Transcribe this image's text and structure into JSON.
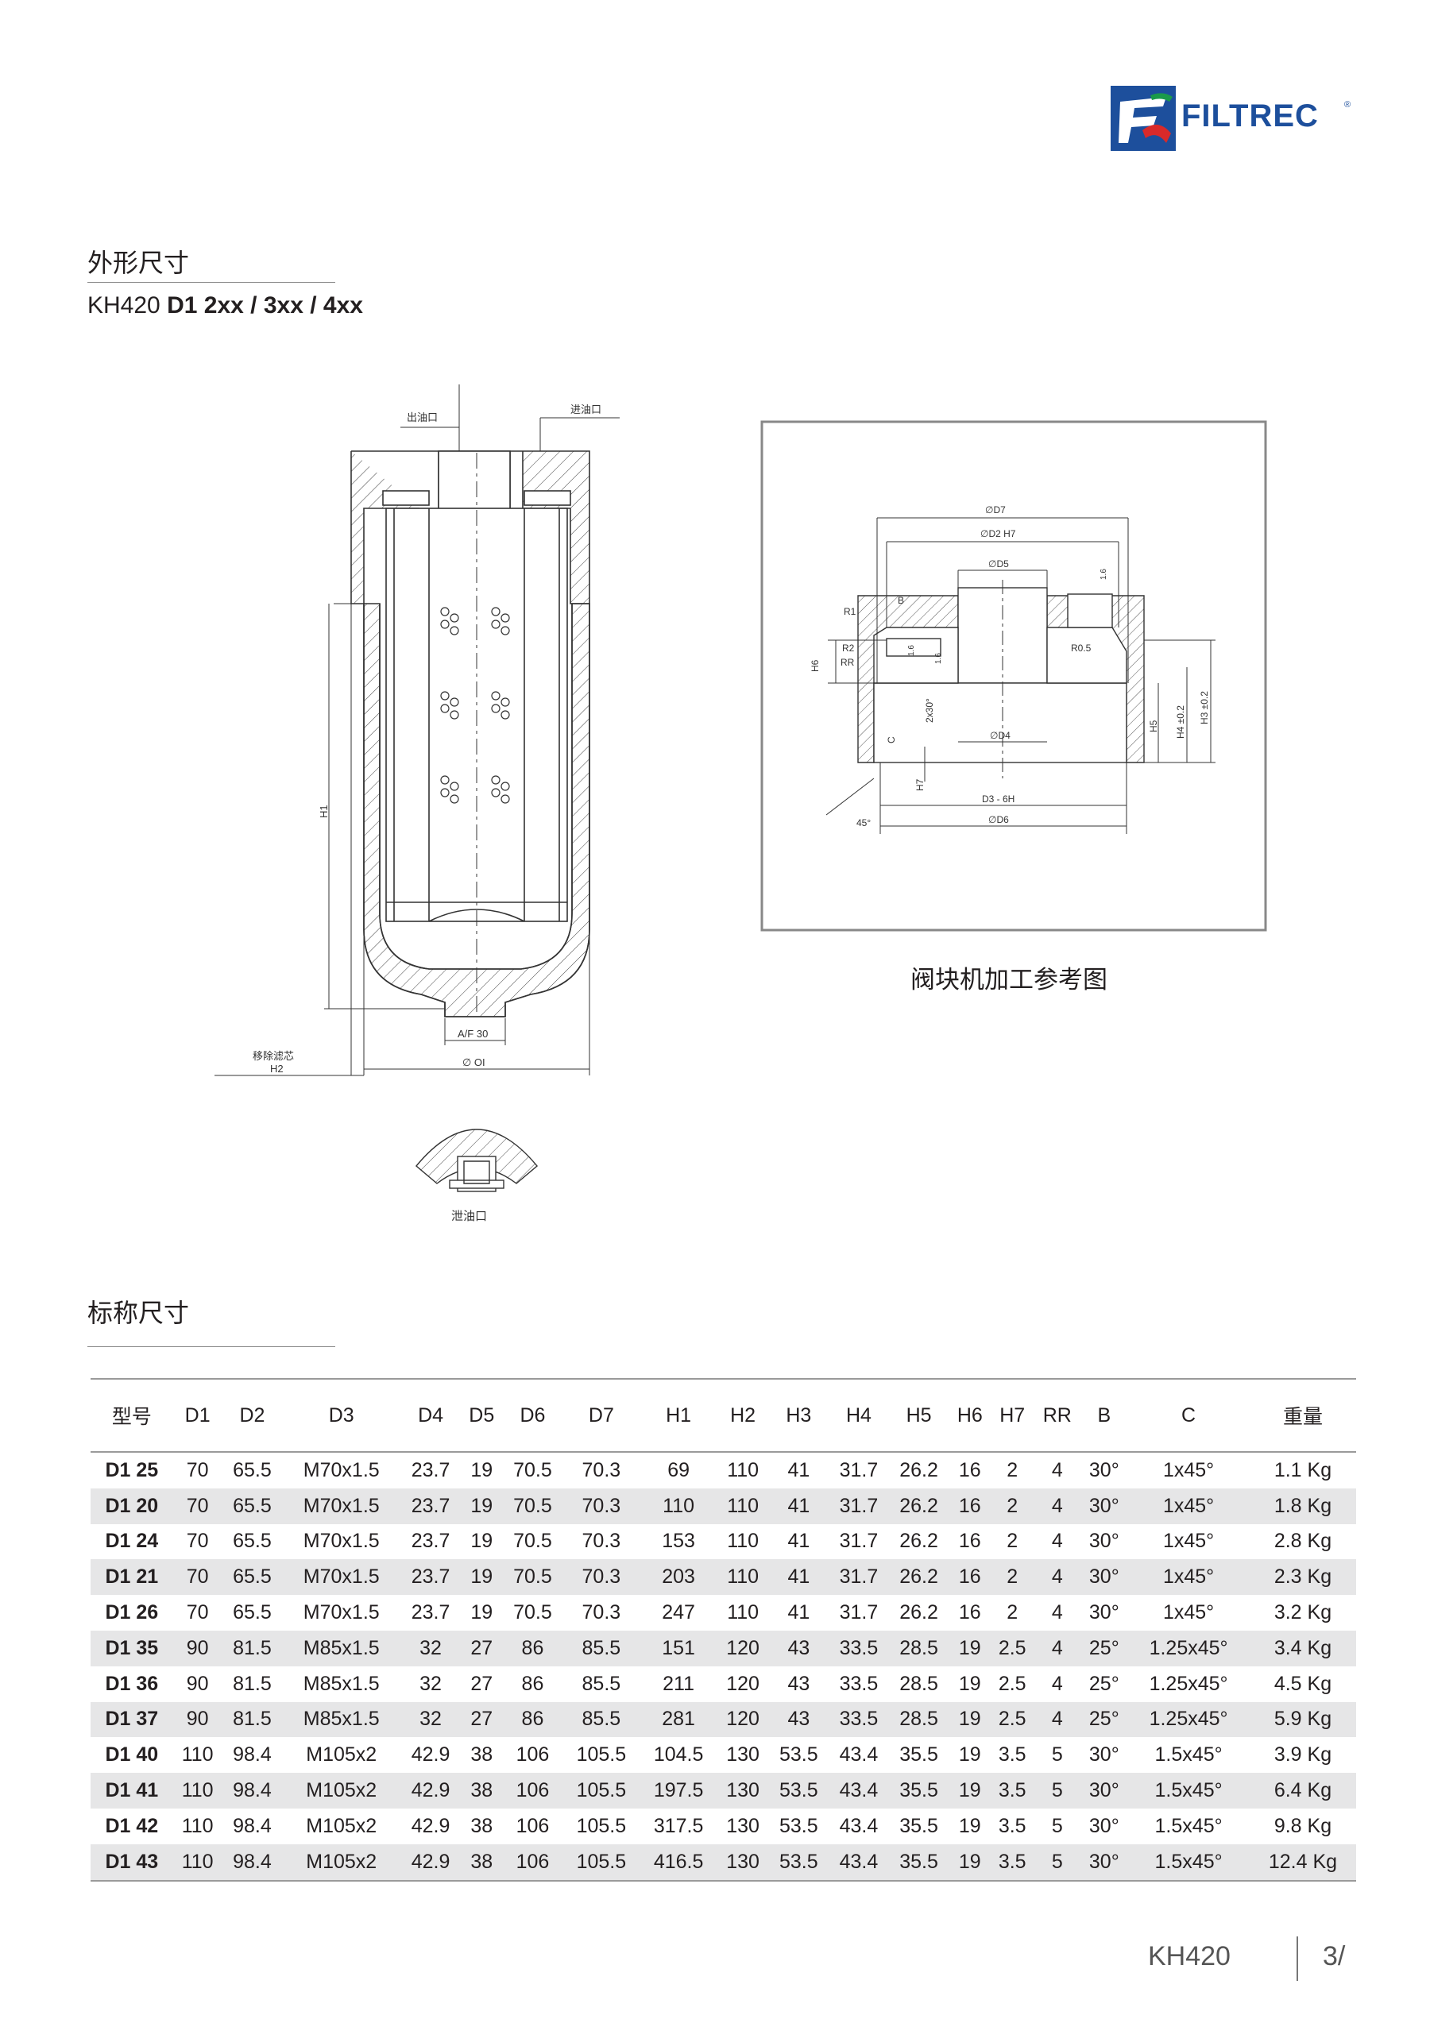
{
  "brand": {
    "name": "FILTREC",
    "reg": "®"
  },
  "section1": {
    "title": "外形尺寸"
  },
  "model_line": {
    "prefix": "KH420",
    "bold": "D1 2xx / 3xx / 4xx"
  },
  "drawing_labels": {
    "outlet": "出油口",
    "inlet": "进油口",
    "h1": "H1",
    "af": "A/F 30",
    "oi": "∅ OI",
    "remove": "移除滤芯",
    "h2": "H2",
    "drain": "泄油口"
  },
  "block_labels": {
    "d7": "∅D7",
    "d2h7": "∅D2 H7",
    "d5": "∅D5",
    "d4": "∅D4",
    "d3": "D3 - 6H",
    "d6": "∅D6",
    "r1": "R1",
    "r2": "R2",
    "rr": "RR",
    "b": "B",
    "r05": "R0.5",
    "h6": "H6",
    "h5": "H5",
    "h4": "H4 ±0.2",
    "h3": "H3 ±0.2",
    "c": "C",
    "h7": "H7",
    "ang30": "2x30°",
    "ang45": "45°",
    "r16a": "1.6",
    "r16b": "1.6",
    "r16c": "1.6"
  },
  "block_caption": "阀块机加工参考图",
  "section2": {
    "title": "标称尺寸"
  },
  "table": {
    "headers": [
      "型号",
      "D1",
      "D2",
      "D3",
      "D4",
      "D5",
      "D6",
      "D7",
      "H1",
      "H2",
      "H3",
      "H4",
      "H5",
      "H6",
      "H7",
      "RR",
      "B",
      "C",
      "重量"
    ],
    "rows": [
      [
        "D1 25",
        "70",
        "65.5",
        "M70x1.5",
        "23.7",
        "19",
        "70.5",
        "70.3",
        "69",
        "110",
        "41",
        "31.7",
        "26.2",
        "16",
        "2",
        "4",
        "30°",
        "1x45°",
        "1.1 Kg"
      ],
      [
        "D1 20",
        "70",
        "65.5",
        "M70x1.5",
        "23.7",
        "19",
        "70.5",
        "70.3",
        "110",
        "110",
        "41",
        "31.7",
        "26.2",
        "16",
        "2",
        "4",
        "30°",
        "1x45°",
        "1.8 Kg"
      ],
      [
        "D1 24",
        "70",
        "65.5",
        "M70x1.5",
        "23.7",
        "19",
        "70.5",
        "70.3",
        "153",
        "110",
        "41",
        "31.7",
        "26.2",
        "16",
        "2",
        "4",
        "30°",
        "1x45°",
        "2.8 Kg"
      ],
      [
        "D1 21",
        "70",
        "65.5",
        "M70x1.5",
        "23.7",
        "19",
        "70.5",
        "70.3",
        "203",
        "110",
        "41",
        "31.7",
        "26.2",
        "16",
        "2",
        "4",
        "30°",
        "1x45°",
        "2.3 Kg"
      ],
      [
        "D1 26",
        "70",
        "65.5",
        "M70x1.5",
        "23.7",
        "19",
        "70.5",
        "70.3",
        "247",
        "110",
        "41",
        "31.7",
        "26.2",
        "16",
        "2",
        "4",
        "30°",
        "1x45°",
        "3.2 Kg"
      ],
      [
        "D1 35",
        "90",
        "81.5",
        "M85x1.5",
        "32",
        "27",
        "86",
        "85.5",
        "151",
        "120",
        "43",
        "33.5",
        "28.5",
        "19",
        "2.5",
        "4",
        "25°",
        "1.25x45°",
        "3.4 Kg"
      ],
      [
        "D1 36",
        "90",
        "81.5",
        "M85x1.5",
        "32",
        "27",
        "86",
        "85.5",
        "211",
        "120",
        "43",
        "33.5",
        "28.5",
        "19",
        "2.5",
        "4",
        "25°",
        "1.25x45°",
        "4.5 Kg"
      ],
      [
        "D1 37",
        "90",
        "81.5",
        "M85x1.5",
        "32",
        "27",
        "86",
        "85.5",
        "281",
        "120",
        "43",
        "33.5",
        "28.5",
        "19",
        "2.5",
        "4",
        "25°",
        "1.25x45°",
        "5.9 Kg"
      ],
      [
        "D1 40",
        "110",
        "98.4",
        "M105x2",
        "42.9",
        "38",
        "106",
        "105.5",
        "104.5",
        "130",
        "53.5",
        "43.4",
        "35.5",
        "19",
        "3.5",
        "5",
        "30°",
        "1.5x45°",
        "3.9 Kg"
      ],
      [
        "D1 41",
        "110",
        "98.4",
        "M105x2",
        "42.9",
        "38",
        "106",
        "105.5",
        "197.5",
        "130",
        "53.5",
        "43.4",
        "35.5",
        "19",
        "3.5",
        "5",
        "30°",
        "1.5x45°",
        "6.4 Kg"
      ],
      [
        "D1 42",
        "110",
        "98.4",
        "M105x2",
        "42.9",
        "38",
        "106",
        "105.5",
        "317.5",
        "130",
        "53.5",
        "43.4",
        "35.5",
        "19",
        "3.5",
        "5",
        "30°",
        "1.5x45°",
        "9.8 Kg"
      ],
      [
        "D1 43",
        "110",
        "98.4",
        "M105x2",
        "42.9",
        "38",
        "106",
        "105.5",
        "416.5",
        "130",
        "53.5",
        "43.4",
        "35.5",
        "19",
        "3.5",
        "5",
        "30°",
        "1.5x45°",
        "12.4 Kg"
      ]
    ]
  },
  "footer": {
    "code": "KH420",
    "page": "3/"
  },
  "colors": {
    "brand_blue": "#1d4f9c",
    "brand_red": "#d92a2a",
    "brand_green": "#1a9a4a",
    "row_shade": "#e6e6e7"
  }
}
